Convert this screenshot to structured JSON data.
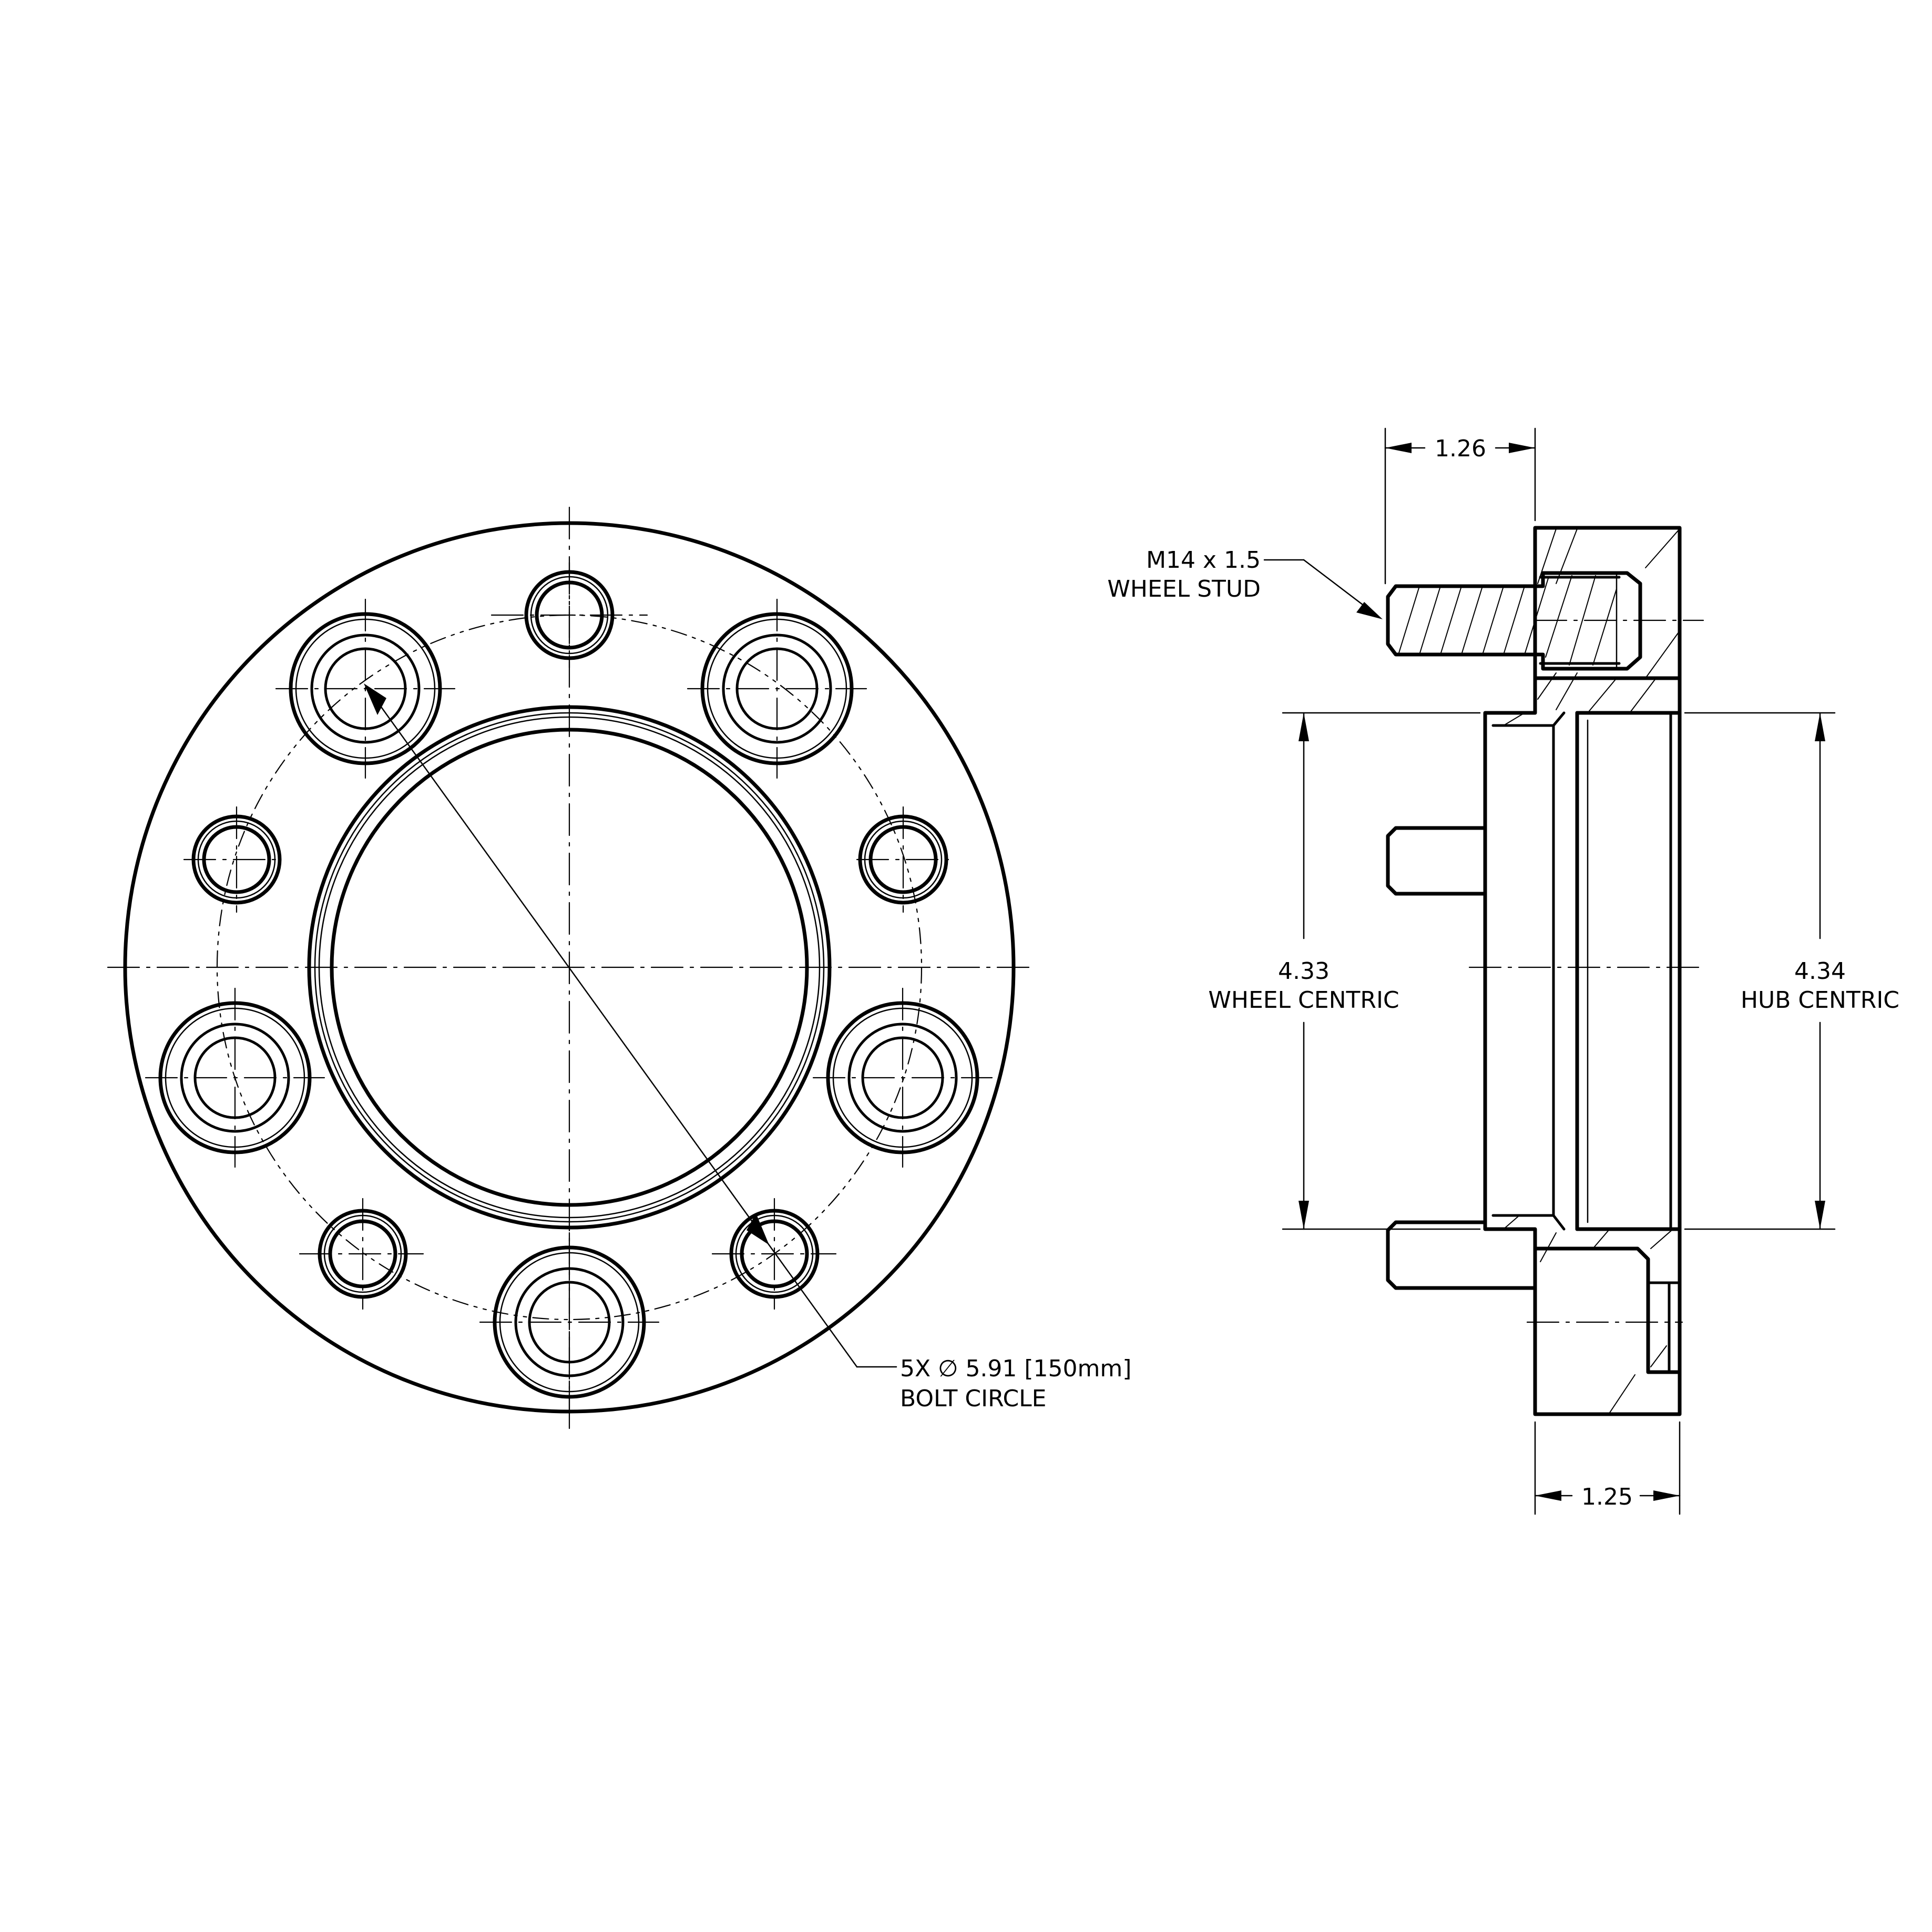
{
  "labels": {
    "stud_spec_line1": "M14 x 1.5",
    "stud_spec_line2": "WHEEL STUD",
    "bolt_circle_line1": "5X ∅ 5.91 [150mm]",
    "bolt_circle_line2": "BOLT CIRCLE",
    "wheel_centric_value": "4.33",
    "wheel_centric_label": "WHEEL CENTRIC",
    "hub_centric_value": "4.34",
    "hub_centric_label": "HUB CENTRIC",
    "stud_length": "1.26",
    "spacer_thickness": "1.25"
  }
}
